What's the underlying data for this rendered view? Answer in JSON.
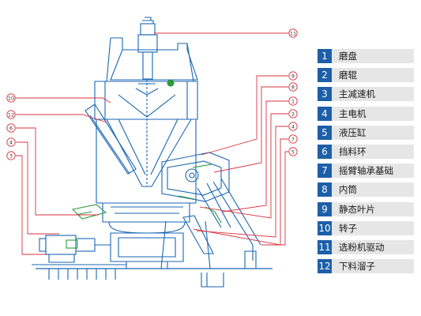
{
  "colors": {
    "machine": "#1a66b3",
    "leader": "#d9333f",
    "detail": "#2a9a3a",
    "legend_number_bg": "#1d5fa8",
    "legend_row_bg": "#e6e6e6"
  },
  "legend": [
    {
      "number": "1",
      "label": "磨盘"
    },
    {
      "number": "2",
      "label": "磨辊"
    },
    {
      "number": "3",
      "label": "主减速机"
    },
    {
      "number": "4",
      "label": "主电机"
    },
    {
      "number": "5",
      "label": "液压缸"
    },
    {
      "number": "6",
      "label": "挡料环"
    },
    {
      "number": "7",
      "label": "摇臂轴承基础"
    },
    {
      "number": "8",
      "label": "内筒"
    },
    {
      "number": "9",
      "label": "静态叶片"
    },
    {
      "number": "10",
      "label": "转子"
    },
    {
      "number": "11",
      "label": "选粉机驱动"
    },
    {
      "number": "12",
      "label": "下料溜子"
    }
  ],
  "callouts": {
    "left": [
      "⑩",
      "⑫",
      "⑥",
      "④",
      "③"
    ],
    "right": [
      "⑨",
      "⑧",
      "①",
      "②",
      "④",
      "⑦",
      "⑤"
    ],
    "top": [
      "⑪"
    ]
  }
}
